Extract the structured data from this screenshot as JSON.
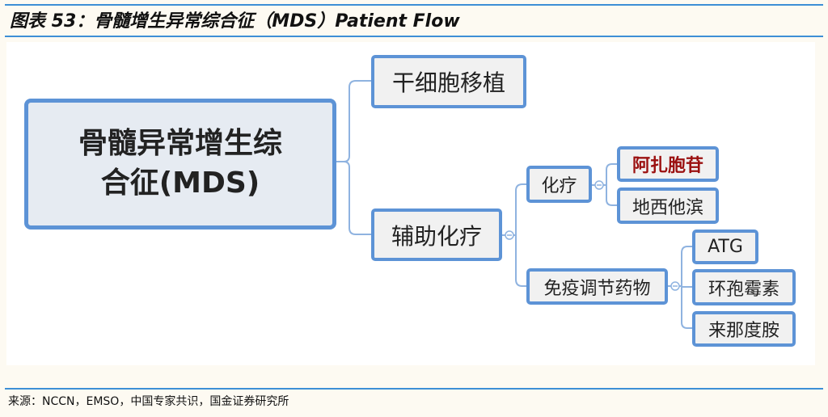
{
  "title": "图表 53：骨髓增生异常综合征（MDS）Patient Flow",
  "root": {
    "line1": "骨髓异常增生综",
    "line2": "合征(MDS)"
  },
  "branches": {
    "transplant": "干细胞移植",
    "adjuvant": "辅助化疗",
    "chemo": "化疗",
    "azacitidine": "阿扎胞苷",
    "decitabine": "地西他滨",
    "immuno": "免疫调节药物",
    "atg": "ATG",
    "cyclosporine": "环孢霉素",
    "lenalidomide": "来那度胺"
  },
  "colors": {
    "accent": "#5d93d6",
    "highlight": "#9b1010"
  },
  "footer": "来源：NCCN，EMSO，中国专家共识，国金证券研究所"
}
